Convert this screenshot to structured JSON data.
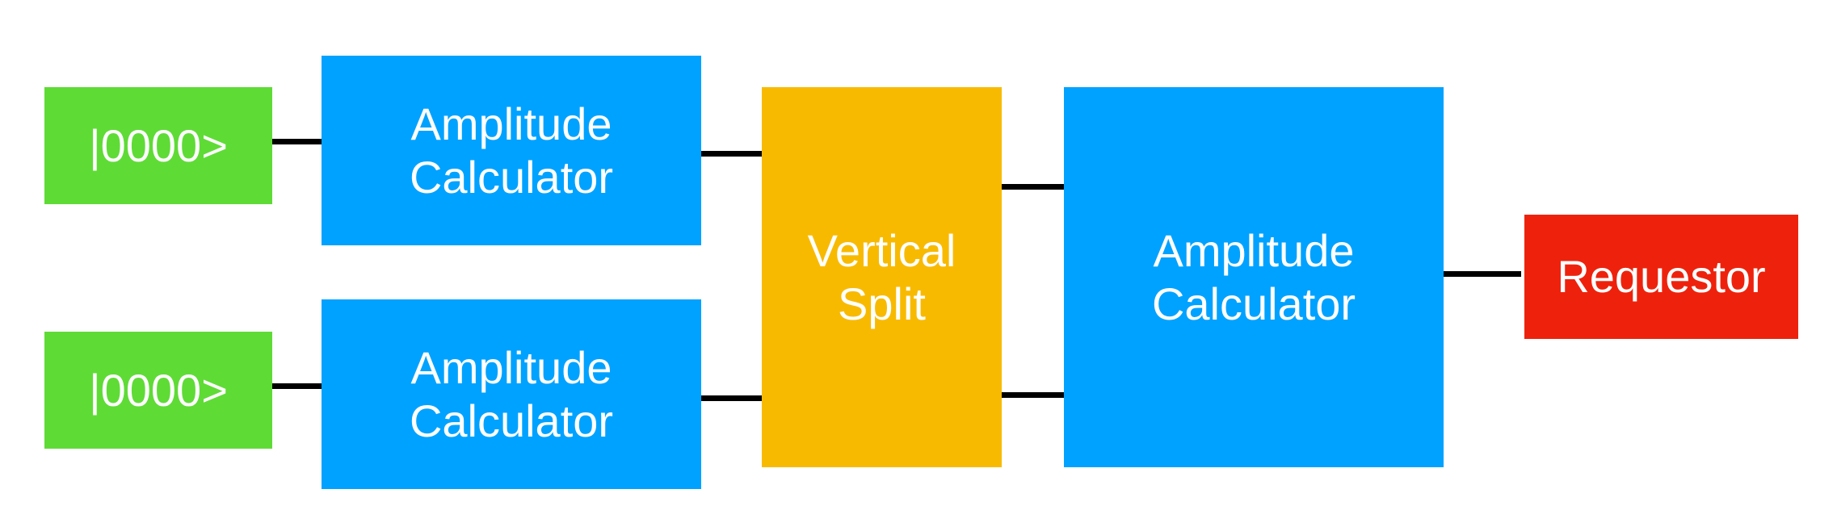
{
  "colors": {
    "input": "#5fdb36",
    "amplitude": "#00a2ff",
    "split": "#f8ba00",
    "requestor": "#ee220c",
    "connector": "#000000",
    "text": "#ffffff"
  },
  "nodes": {
    "input_top": {
      "label": "|0000>"
    },
    "input_bottom": {
      "label": "|0000>"
    },
    "amp_top": {
      "label": "Amplitude\nCalculator"
    },
    "amp_bottom": {
      "label": "Amplitude\nCalculator"
    },
    "split": {
      "label": "Vertical\nSplit"
    },
    "amp_final": {
      "label": "Amplitude\nCalculator"
    },
    "requestor": {
      "label": "Requestor"
    }
  },
  "edges": [
    {
      "from": "input_top",
      "to": "amp_top"
    },
    {
      "from": "input_bottom",
      "to": "amp_bottom"
    },
    {
      "from": "amp_top",
      "to": "split"
    },
    {
      "from": "amp_bottom",
      "to": "split"
    },
    {
      "from": "split",
      "to": "amp_final"
    },
    {
      "from": "split",
      "to": "amp_final"
    },
    {
      "from": "amp_final",
      "to": "requestor"
    }
  ]
}
